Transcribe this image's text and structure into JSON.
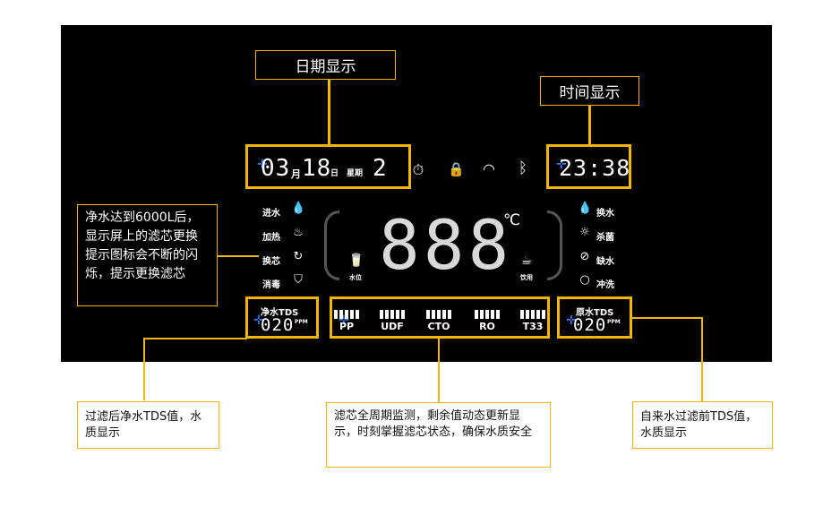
{
  "labels": {
    "date_title": "日期显示",
    "time_title": "时间显示",
    "filter_alert": "净水达到6000L后，显示屏上的滤芯更换提示图标会不断的闪烁，提示更换滤芯",
    "pure_tds_note": "过滤后净水TDS值，水质显示",
    "filter_monitor_note": "滤芯全周期监测，剩余值动态更新显示，时刻掌握滤芯状态，确保水质安全",
    "raw_tds_note": "自来水过滤前TDS值，水质显示"
  },
  "display": {
    "date_month": "03",
    "month_unit": "月",
    "date_day": "18",
    "day_unit": "日",
    "weekday_label": "星期",
    "weekday": "2",
    "time": "23:38",
    "main_value": "888",
    "temp_unit": "℃",
    "left_status": [
      "进水",
      "加热",
      "换芯",
      "消毒"
    ],
    "right_status": [
      "换水",
      "杀菌",
      "缺水",
      "冲洗"
    ],
    "water_label": "水位",
    "drink_label": "饮用",
    "pure_tds_label": "净水TDS",
    "pure_tds_value": "020",
    "raw_tds_label": "原水TDS",
    "raw_tds_value": "020",
    "ppm": "PPM",
    "filters": [
      "PP",
      "UDF",
      "CTO",
      "RO",
      "T33"
    ]
  },
  "colors": {
    "accent": "#f2b705",
    "panel": "#000000",
    "cursor": "#3a7bff"
  },
  "icons": {
    "top_row": [
      "alarm-clock-icon",
      "lock-icon",
      "wifi-icon",
      "bluetooth-icon"
    ]
  }
}
